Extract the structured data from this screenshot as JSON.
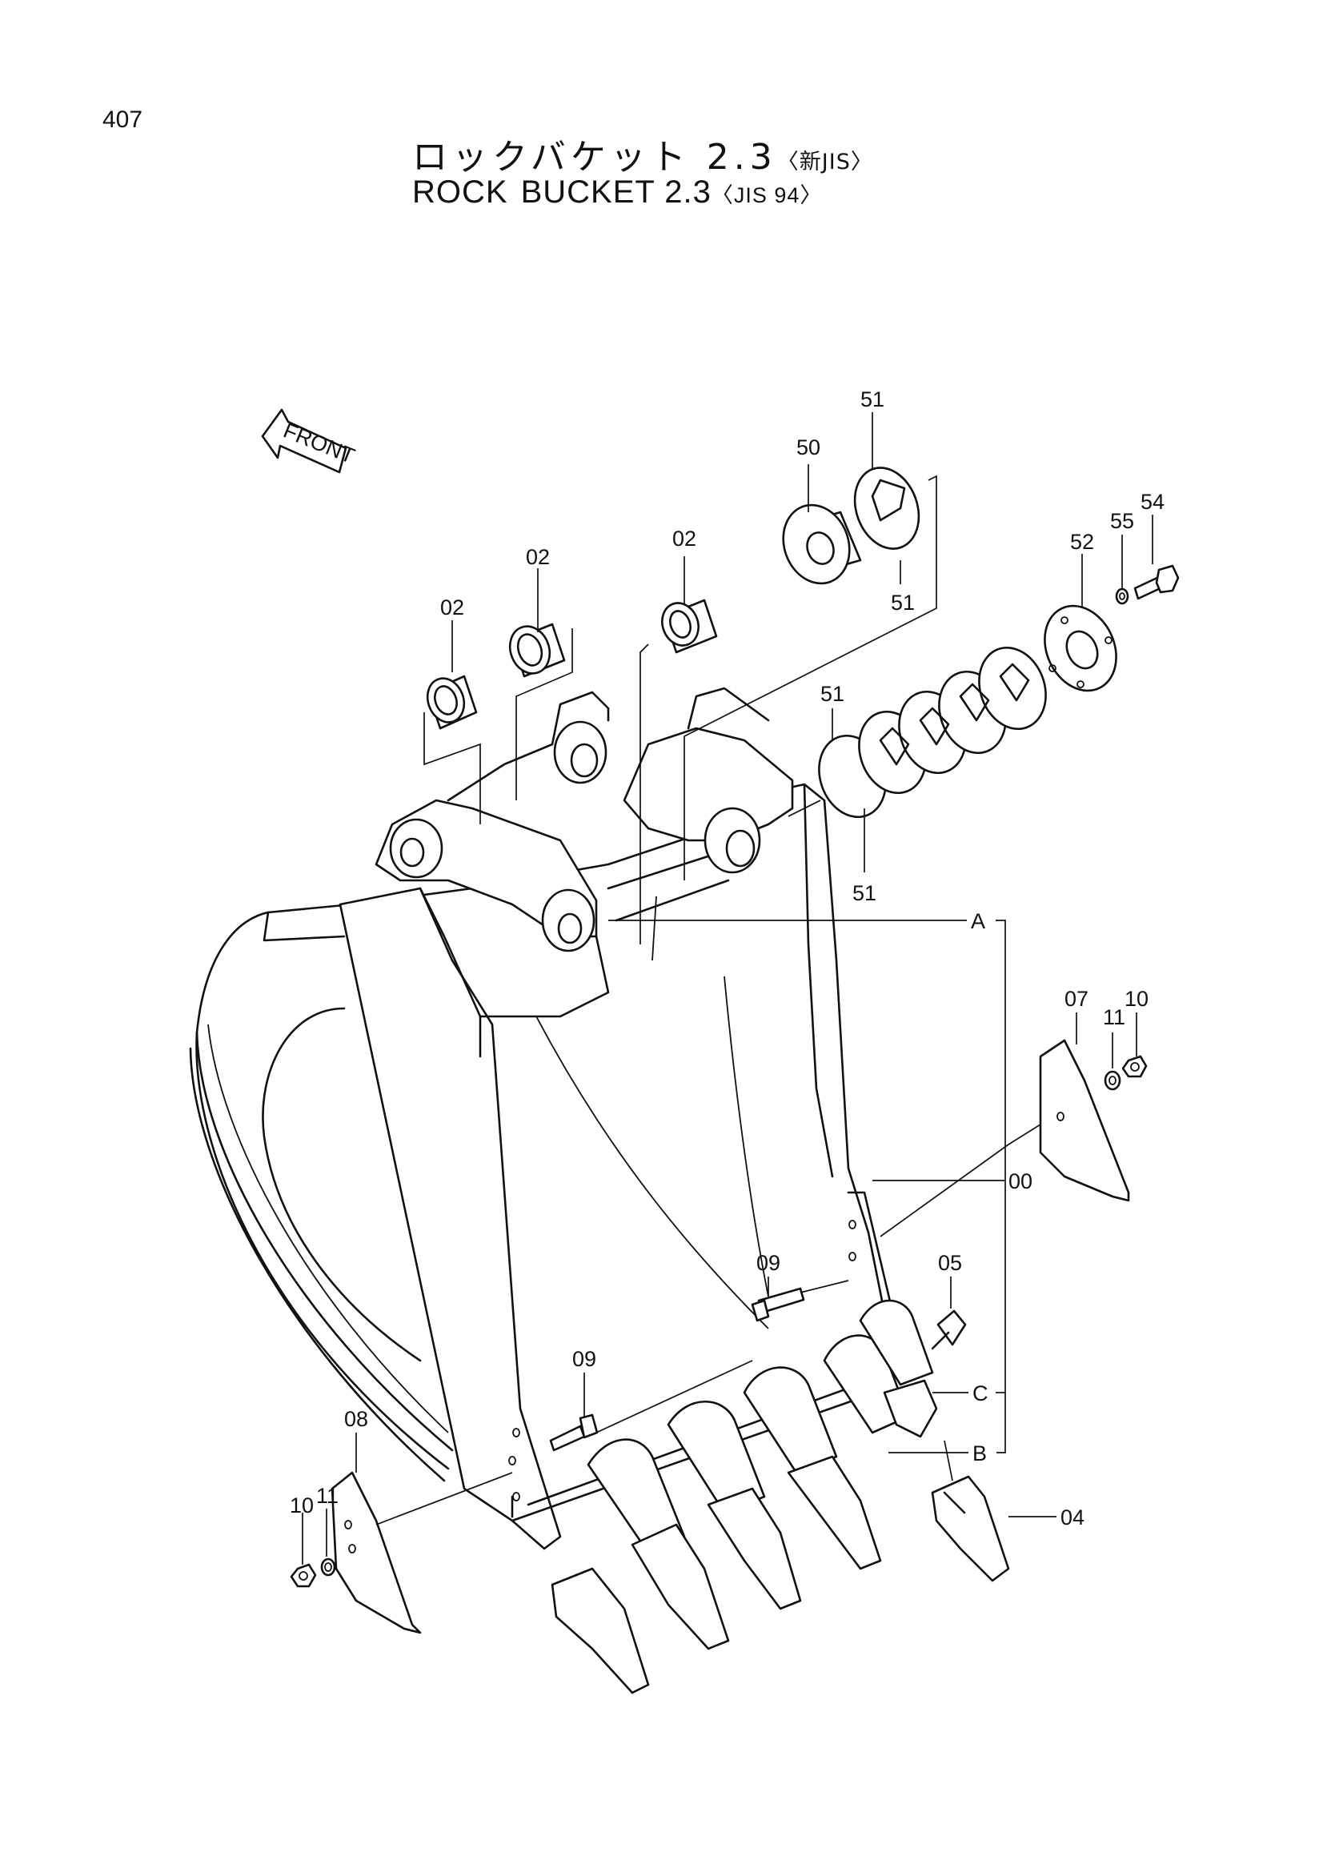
{
  "page_number": "407",
  "title_jp": "ロックバケット 2.3",
  "title_jp_suffix": "〈新JIS〉",
  "title_en_word1": "ROCK",
  "title_en_word2": "BUCKET 2.3",
  "title_en_suffix": "〈JIS 94〉",
  "front_arrow_text": "FRONT",
  "part_labels": {
    "p00": "00",
    "p02a": "02",
    "p02b": "02",
    "p02c": "02",
    "p04": "04",
    "p05": "05",
    "p07": "07",
    "p08": "08",
    "p09a": "09",
    "p09b": "09",
    "p10a": "10",
    "p10b": "10",
    "p11a": "11",
    "p11b": "11",
    "p50": "50",
    "p51a": "51",
    "p51b": "51",
    "p51c": "51",
    "p51d": "51",
    "p52": "52",
    "p54": "54",
    "p55": "55",
    "refA": "A",
    "refB": "B",
    "refC": "C"
  }
}
